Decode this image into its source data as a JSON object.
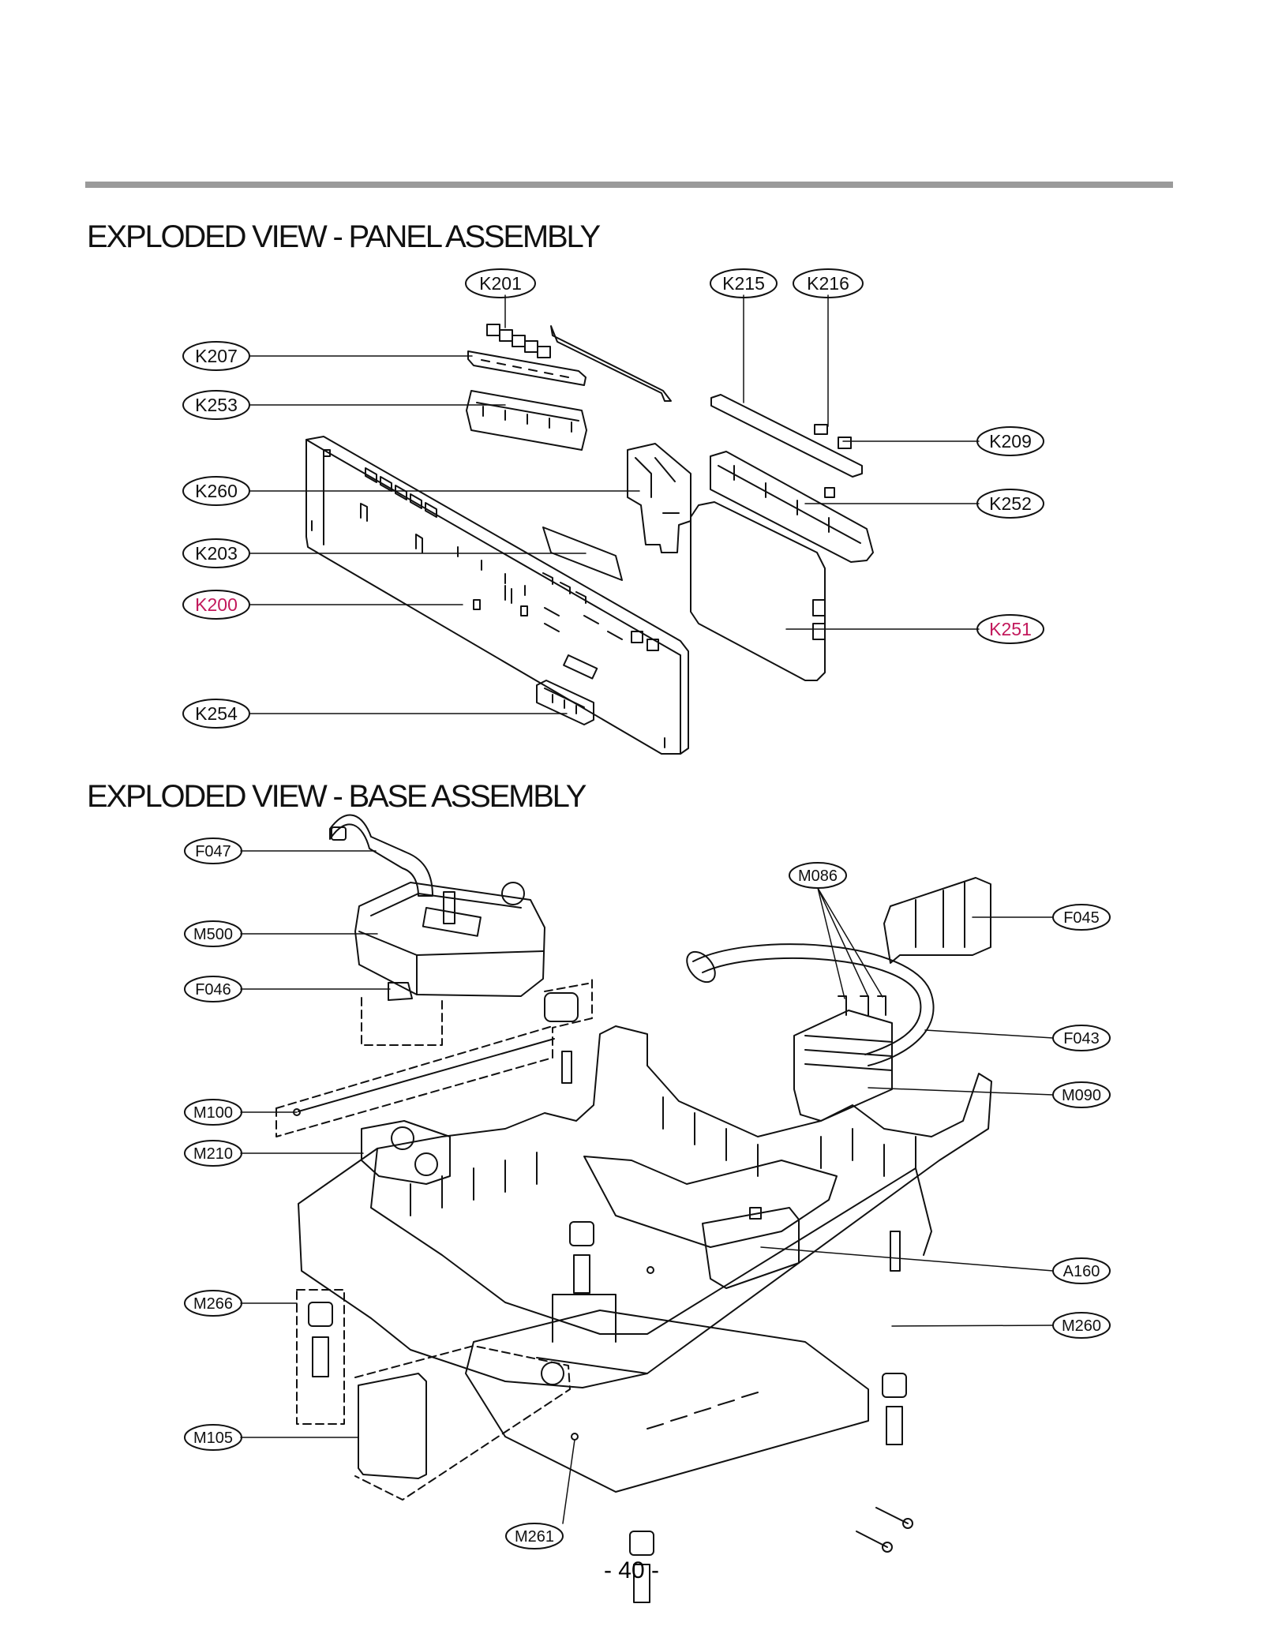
{
  "headings": {
    "panel": "EXPLODED VIEW - PANEL ASSEMBLY",
    "base": "EXPLODED VIEW - BASE ASSEMBLY"
  },
  "page_number": "- 40 -",
  "colors": {
    "rule": "#9a9a9a",
    "highlight_label": "#c2185b",
    "ink": "#111111"
  },
  "panel_labels": {
    "k201": "K201",
    "k215": "K215",
    "k216": "K216",
    "k207": "K207",
    "k253": "K253",
    "k209": "K209",
    "k260": "K260",
    "k252": "K252",
    "k203": "K203",
    "k200": "K200",
    "k251": "K251",
    "k254": "K254"
  },
  "base_labels": {
    "f047": "F047",
    "m086": "M086",
    "f045": "F045",
    "m500": "M500",
    "f046": "F046",
    "f043": "F043",
    "m090": "M090",
    "m100": "M100",
    "m210": "M210",
    "a160": "A160",
    "m266": "M266",
    "m260": "M260",
    "m105": "M105",
    "m261": "M261"
  }
}
